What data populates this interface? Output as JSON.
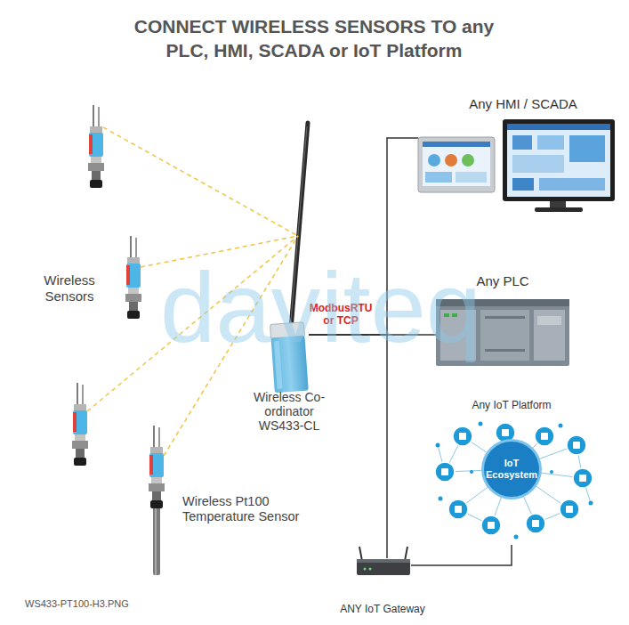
{
  "diagram": {
    "title": "CONNECT WIRELESS SENSORS TO any PLC, HMI, SCADA or IoT Platform",
    "nodes": [
      {
        "text": [
          "Wireless Sensors"
        ]
      },
      {
        "text": [
          "Wireless Pt100 Temperature Sensor"
        ]
      },
      {
        "text": [
          "Wireless Co-ordinator WS433-CL"
        ]
      },
      {
        "text": [
          "Any HMI / SCADA"
        ]
      },
      {
        "text": [
          "Any PLC"
        ]
      },
      {
        "text": [
          "Any IoT Platform"
        ]
      },
      {
        "text": [
          "ANY IoT Gateway"
        ]
      }
    ],
    "edges": [
      {
        "from": 0,
        "to": 2,
        "arrow": "none"
      },
      {
        "from": 1,
        "to": 2,
        "arrow": "none"
      },
      {
        "from": 2,
        "to": 4,
        "label": "ModbusRTU or TCP",
        "arrow": "none"
      },
      {
        "from": 2,
        "to": 3,
        "arrow": "none"
      },
      {
        "from": 2,
        "to": 6,
        "arrow": "none"
      },
      {
        "from": 6,
        "to": 5,
        "arrow": "none"
      }
    ],
    "labels": [
      "daviteq",
      "IoT Ecosystem",
      "WS433-PT100-H3.PNG"
    ]
  }
}
